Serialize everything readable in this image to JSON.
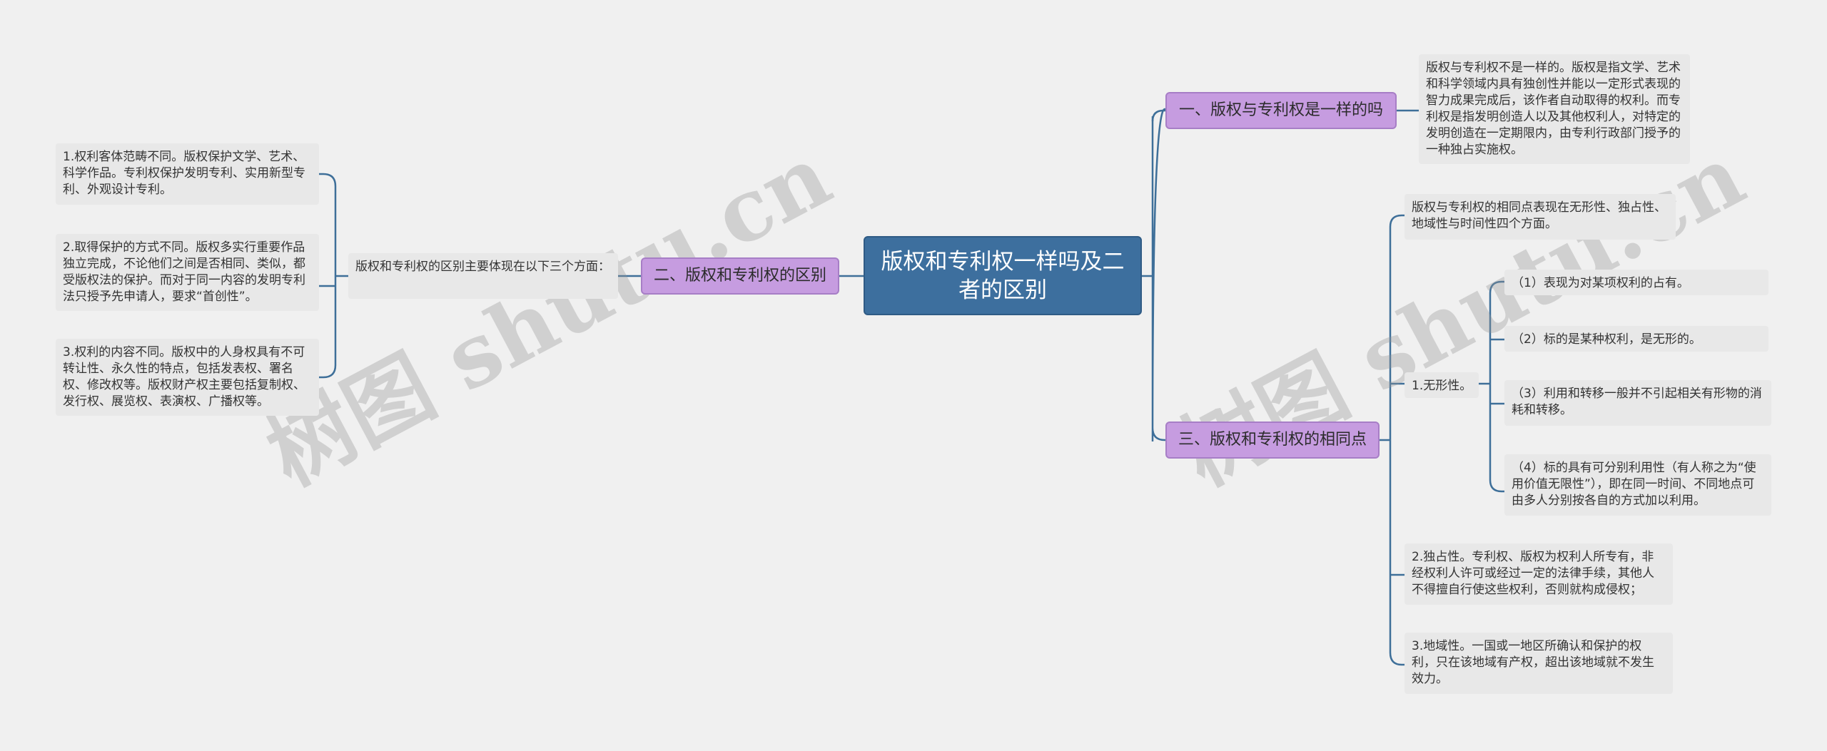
{
  "root": {
    "title": "版权和专利权一样吗及二者的区别"
  },
  "branches": {
    "b1": {
      "label": "一、版权与专利权是一样的吗",
      "text": "版权与专利权不是一样的。版权是指文学、艺术和科学领域内具有独创性并能以一定形式表现的智力成果完成后，该作者自动取得的权利。而专利权是指发明创造人以及其他权利人，对特定的发明创造在一定期限内，由专利行政部门授予的一种独占实施权。"
    },
    "b2": {
      "label": "二、版权和专利权的区别",
      "intro": "版权和专利权的区别主要体现在以下三个方面：",
      "items": [
        "1.权利客体范畴不同。版权保护文学、艺术、科学作品。专利权保护发明专利、实用新型专利、外观设计专利。",
        "2.取得保护的方式不同。版权多实行重要作品独立完成，不论他们之间是否相同、类似，都受版权法的保护。而对于同一内容的发明专利法只授予先申请人，要求“首创性”。",
        "3.权利的内容不同。版权中的人身权具有不可转让性、永久性的特点，包括发表权、署名权、修改权等。版权财产权主要包括复制权、发行权、展览权、表演权、广播权等。"
      ]
    },
    "b3": {
      "label": "三、版权和专利权的相同点",
      "intro": "版权与专利权的相同点表现在无形性、独占性、地域性与时间性四个方面。",
      "intangible": {
        "label": "1.无形性。",
        "items": [
          "（1）表现为对某项权利的占有。",
          "（2）标的是某种权利，是无形的。",
          "（3）利用和转移一般并不引起相关有形物的消耗和转移。",
          "（4）标的具有可分别利用性（有人称之为“使用价值无限性”），即在同一时间、不同地点可由多人分别按各自的方式加以利用。"
        ]
      },
      "exclusive": "2.独占性。专利权、版权为权利人所专有，非经权利人许可或经过一定的法律手续，其他人不得擅自行使这些权利，否则就构成侵权；",
      "territorial": "3.地域性。一国或一地区所确认和保护的权利，只在该地域有产权，超出该地域就不发生效力。"
    }
  },
  "watermark": "树图 shutu.cn",
  "colors": {
    "root": "#3d6f9e",
    "branch": "#c69ce0",
    "leaf": "#e8e8e8",
    "line": "#3e6f99"
  }
}
